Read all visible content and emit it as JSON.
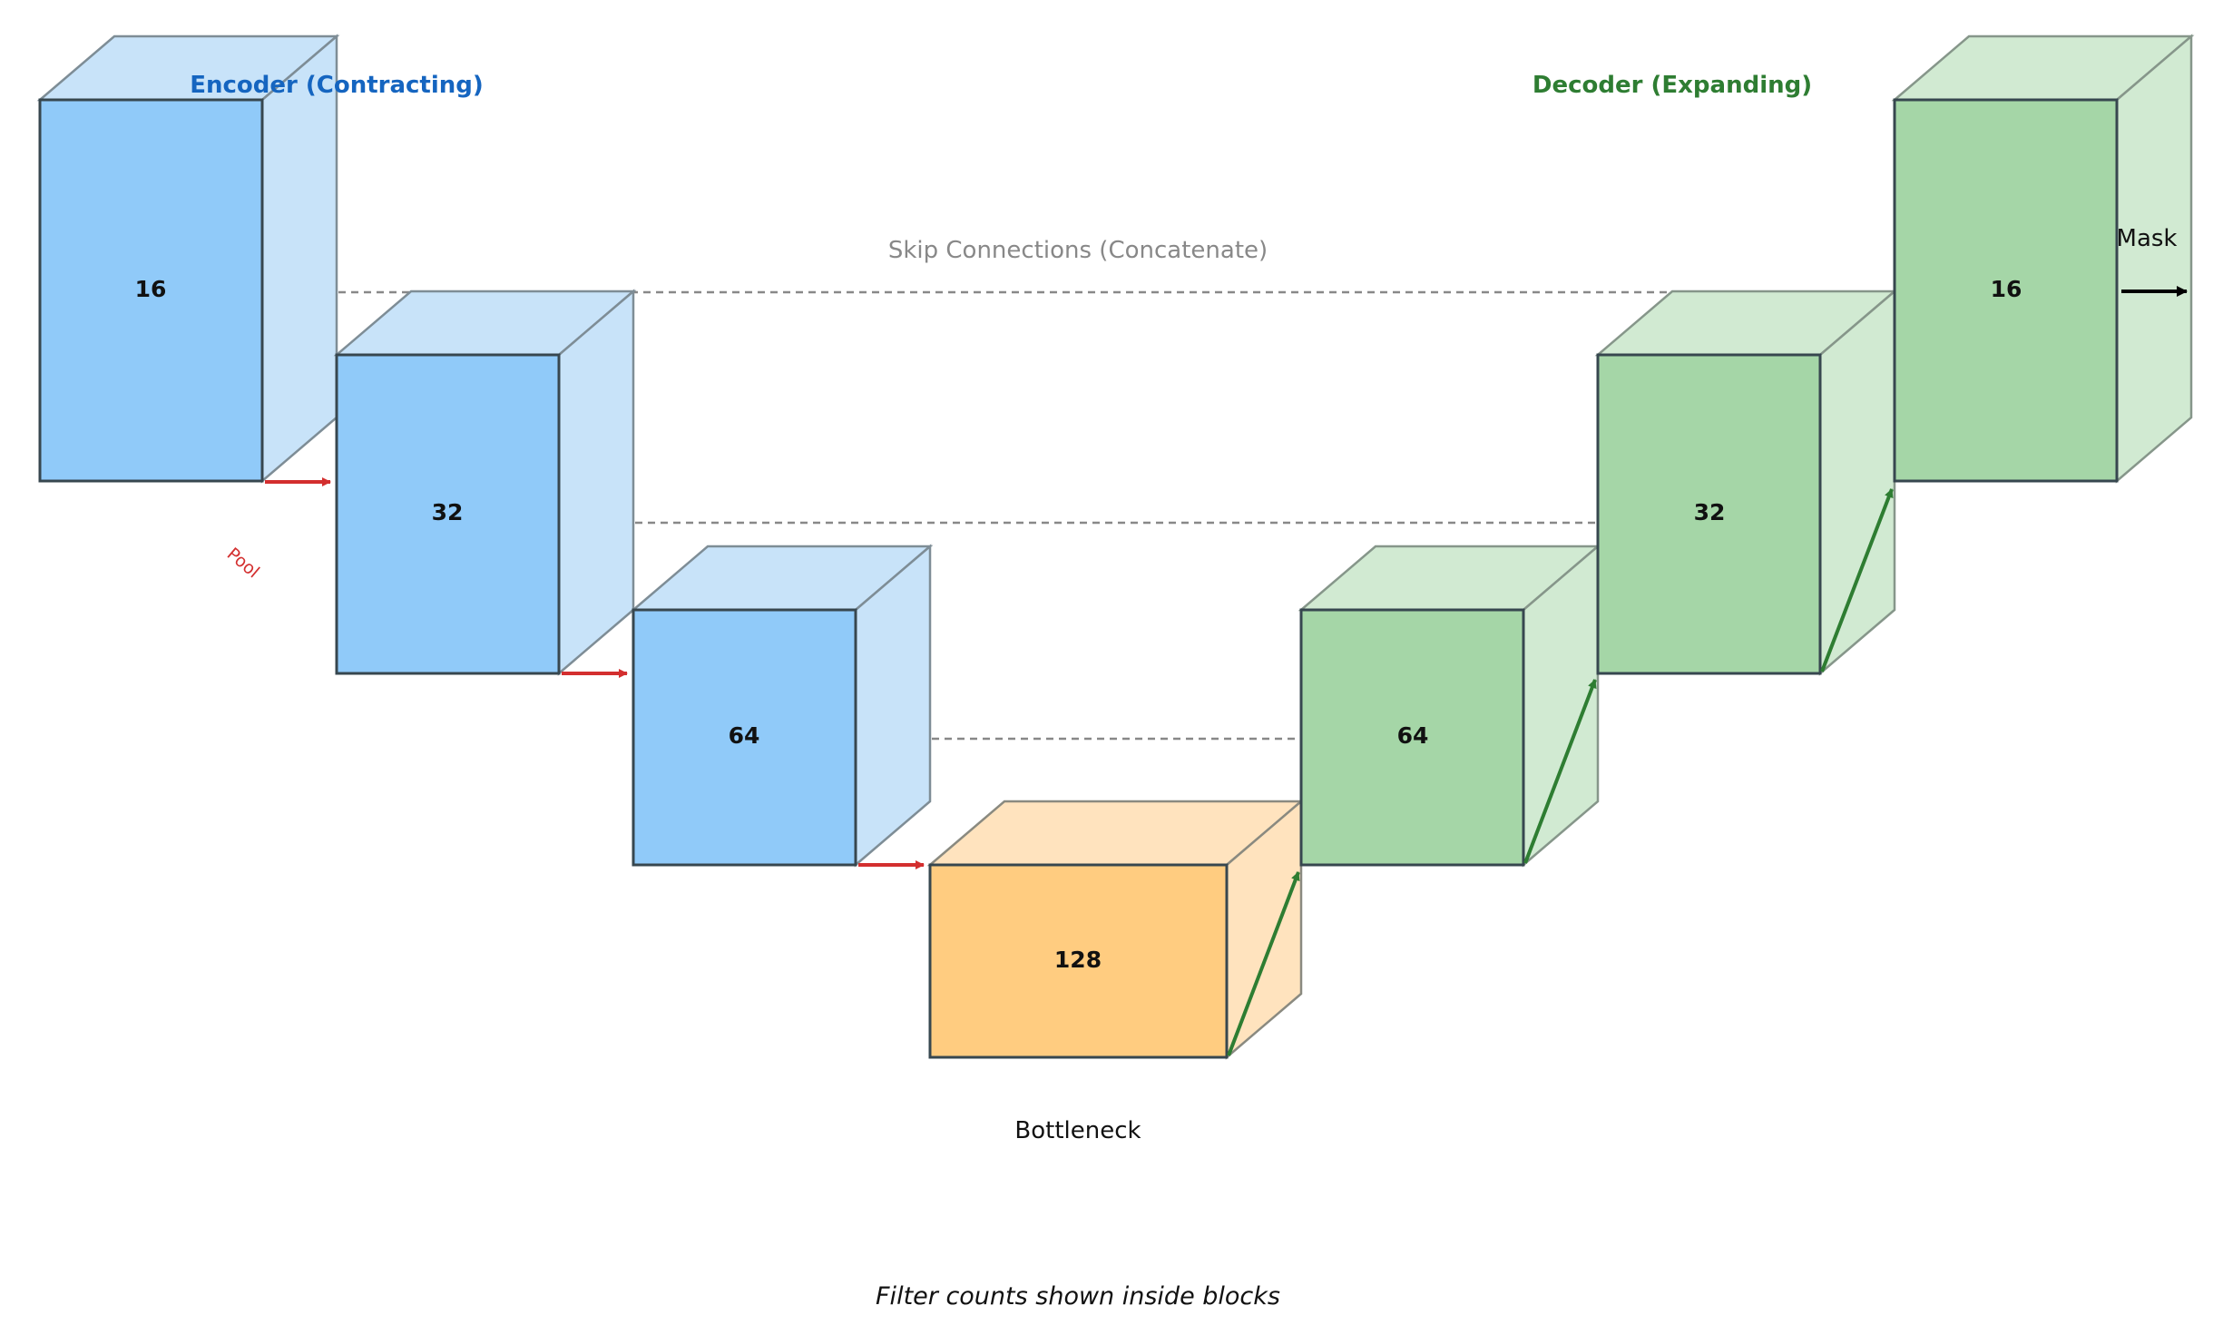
{
  "colors": {
    "encoder_front": "#90caf9",
    "encoder_side": "#c8e3f9",
    "bottleneck_front": "#ffcc80",
    "bottleneck_side": "#ffe3be",
    "decoder_front": "#a5d6a7",
    "decoder_side": "#d1ead2",
    "encoder_title": "#1565c0",
    "decoder_title": "#2e7d32",
    "pool_arrow": "#d32f2f",
    "up_arrow": "#2e7d32",
    "skip_line": "#888888",
    "block_edge": "#37474f"
  },
  "labels": {
    "encoder_title": "Encoder (Contracting)",
    "decoder_title": "Decoder (Expanding)",
    "skip_title": "Skip Connections (Concatenate)",
    "bottleneck": "Bottleneck",
    "pool": "Pool",
    "mask": "Mask",
    "caption": "Filter counts shown inside blocks"
  },
  "blocks": [
    {
      "role": "encoder",
      "filters": "16"
    },
    {
      "role": "encoder",
      "filters": "32"
    },
    {
      "role": "encoder",
      "filters": "64"
    },
    {
      "role": "bottleneck",
      "filters": "128"
    },
    {
      "role": "decoder",
      "filters": "64"
    },
    {
      "role": "decoder",
      "filters": "32"
    },
    {
      "role": "decoder",
      "filters": "16"
    }
  ]
}
